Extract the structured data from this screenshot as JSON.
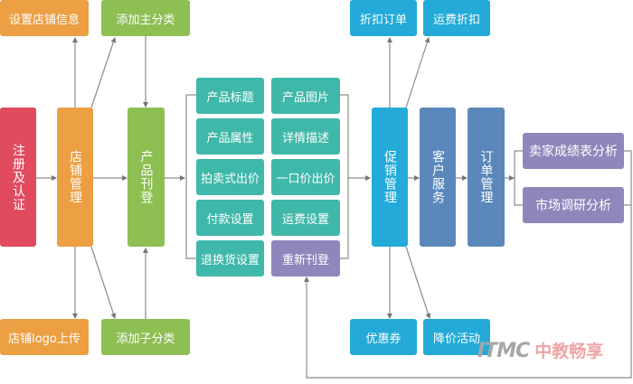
{
  "diagram": {
    "nodes": {
      "register": "注册及认证",
      "store_mgmt": "店铺管理",
      "store_info": "设置店铺信息",
      "store_logo": "店铺logo上传",
      "main_category": "添加主分类",
      "sub_category": "添加子分类",
      "listing": "产品刊登",
      "product_title": "产品标题",
      "product_image": "产品图片",
      "product_attr": "产品属性",
      "detail_desc": "详情描述",
      "auction_price": "拍卖式出价",
      "fixed_price": "一口价出价",
      "payment": "付款设置",
      "shipping": "运费设置",
      "returns": "退换货设置",
      "relist": "重新刊登",
      "promotion": "促销管理",
      "discount_order": "折扣订单",
      "shipping_discount": "运费折扣",
      "coupon": "优惠券",
      "price_drop": "降价活动",
      "customer_service": "客户服务",
      "order_mgmt": "订单管理",
      "seller_report": "卖家成绩表分析",
      "market_research": "市场调研分析"
    },
    "colors": {
      "red": "#e04b5d",
      "orange": "#ec9f43",
      "green": "#8dbf52",
      "teal": "#3fb8a9",
      "purple": "#8e87bb",
      "blue": "#23aad8",
      "steel": "#5b88bb",
      "line": "#8c8c8c"
    }
  },
  "watermark": {
    "latin": "ITMC",
    "chinese": "中教畅享"
  }
}
